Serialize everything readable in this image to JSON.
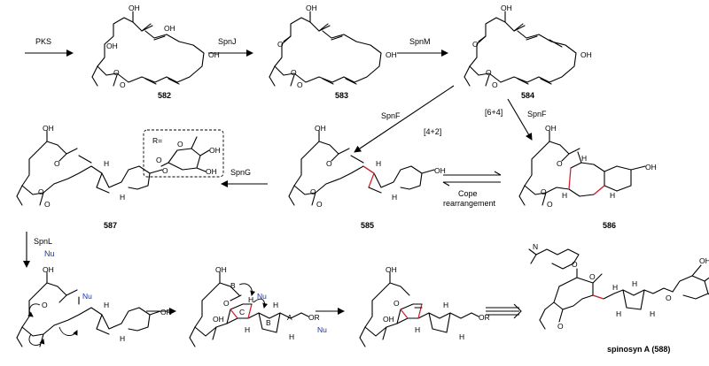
{
  "enzymes": {
    "pks": "PKS",
    "spnj": "SpnJ",
    "spnm": "SpnM",
    "spnf_42": "SpnF",
    "spnf_64": "SpnF",
    "spng": "SpnG",
    "spnl": "SpnL"
  },
  "reaction_labels": {
    "cyclo_42": "[4+2]",
    "cyclo_64": "[6+4]",
    "cope_1": "Cope",
    "cope_2": "rearrangement",
    "nu": "Nu"
  },
  "compounds": {
    "c582": "582",
    "c583": "583",
    "c584": "584",
    "c585": "585",
    "c586": "586",
    "c587": "587",
    "spinosyn": "spinosyn A (588)"
  },
  "atoms": {
    "oh": "OH",
    "o": "O",
    "h": "H",
    "or": "OR",
    "r_def": "R=",
    "nu": "Nu",
    "base": "B",
    "ring_a": "A",
    "ring_b": "B",
    "ring_c": "C",
    "nme2": "N"
  }
}
